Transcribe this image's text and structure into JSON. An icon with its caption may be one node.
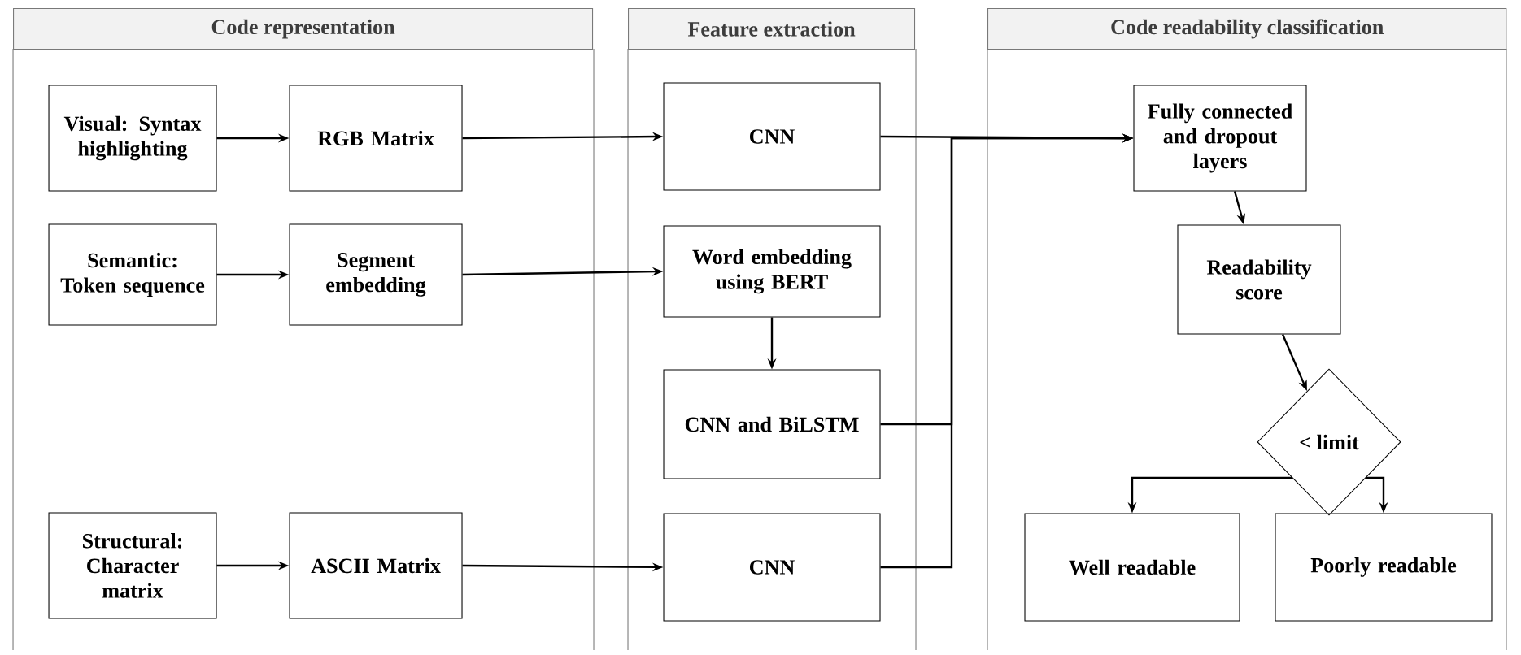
{
  "diagram": {
    "nodes": [
      {
        "text": [
          "Code representation"
        ]
      },
      {
        "text": [
          "Visual: Syntax highlighting"
        ],
        "in": 0
      },
      {
        "text": [
          "RGB Matrix"
        ],
        "in": 0
      },
      {
        "text": [
          "Semantic: Token sequence"
        ],
        "in": 0
      },
      {
        "text": [
          "Segment embedding"
        ],
        "in": 0
      },
      {
        "text": [
          "Structural: Character matrix"
        ],
        "in": 0
      },
      {
        "text": [
          "ASCII Matrix"
        ],
        "in": 0
      },
      {
        "text": [
          "Feature extraction"
        ]
      },
      {
        "text": [
          "CNN"
        ],
        "in": 7
      },
      {
        "text": [
          "Word embedding using BERT"
        ],
        "in": 7
      },
      {
        "text": [
          "CNN and BiLSTM"
        ],
        "in": 7
      },
      {
        "text": [
          "CNN"
        ],
        "in": 7
      },
      {
        "text": [
          "Code readability classification"
        ]
      },
      {
        "text": [
          "Fully connected and dropout layers"
        ],
        "in": 12
      },
      {
        "text": [
          "Readability score"
        ],
        "in": 12
      },
      {
        "text": [
          "< limit"
        ],
        "in": 12
      },
      {
        "text": [
          "Well readable"
        ],
        "in": 12
      },
      {
        "text": [
          "Poorly readable"
        ],
        "in": 12
      }
    ],
    "edges": [
      {
        "from": 1,
        "to": 2,
        "arrow": "to"
      },
      {
        "from": 2,
        "to": 8,
        "arrow": "to"
      },
      {
        "from": 3,
        "to": 4,
        "arrow": "to"
      },
      {
        "from": 4,
        "to": 9,
        "arrow": "to"
      },
      {
        "from": 9,
        "to": 10,
        "arrow": "to"
      },
      {
        "from": 5,
        "to": 6,
        "arrow": "to"
      },
      {
        "from": 6,
        "to": 11,
        "arrow": "to"
      },
      {
        "from": 8,
        "to": 13,
        "arrow": "to"
      },
      {
        "from": 10,
        "to": 13,
        "arrow": "to"
      },
      {
        "from": 11,
        "to": 13,
        "arrow": "to"
      },
      {
        "from": 13,
        "to": 14,
        "arrow": "to"
      },
      {
        "from": 14,
        "to": 15,
        "arrow": "to"
      },
      {
        "from": 15,
        "to": 16,
        "arrow": "to"
      },
      {
        "from": 15,
        "to": 17,
        "arrow": "to"
      }
    ]
  }
}
